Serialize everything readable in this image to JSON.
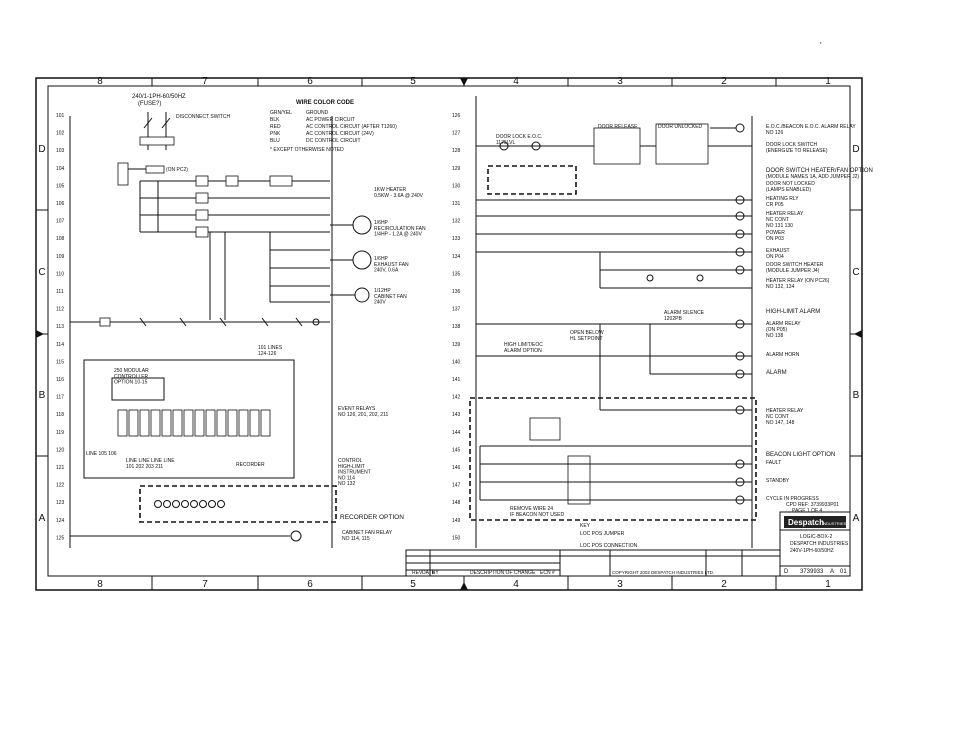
{
  "zones": {
    "columns": [
      "8",
      "7",
      "6",
      "5",
      "4",
      "3",
      "2",
      "1"
    ],
    "rows": [
      "D",
      "C",
      "B",
      "A"
    ]
  },
  "wire_color_code": {
    "title": "WIRE COLOR CODE",
    "entries": [
      {
        "code": "GRN/YEL",
        "desc": "GROUND"
      },
      {
        "code": "BLK",
        "desc": "AC POWER CIRCUIT"
      },
      {
        "code": "RED",
        "desc": "AC CONTROL CIRCUIT (AFTER T1260)"
      },
      {
        "code": "PNK",
        "desc": "AC CONTROL CIRCUIT (24V)"
      },
      {
        "code": "BLU",
        "desc": "DC CONTROL CIRCUIT"
      }
    ],
    "note": "* EXCEPT OTHERWISE NOTED"
  },
  "left": {
    "header": "240/1-1PH-60/50HZ",
    "header_sub": "(FUSE?)",
    "disconnect_label": "DISCONNECT SWITCH",
    "fuse_label": "(ON PC2)",
    "rung_numbers": [
      "101",
      "102",
      "103",
      "104",
      "105",
      "106",
      "107",
      "108",
      "109",
      "110",
      "111",
      "112",
      "113",
      "114",
      "115",
      "116",
      "117",
      "118",
      "119",
      "120",
      "121",
      "122",
      "123",
      "124",
      "125"
    ],
    "annotations": {
      "heater": "1KW HEATER\n0.5KW - 3.6A @ 240V",
      "recirc_fan": "1/6HP\nRECIRCULATION FAN\n1/4HP - 1.2A @ 240V",
      "exhaust_fan": "1/6HP\nEXHAUST FAN\n240V, 0.6A",
      "cabinet_fan": "1/12HP\nCABINET FAN\n240V",
      "event_relays": "EVENT RELAYS\nNO 126, 201, 202, 211",
      "control_box": "CONTROL\nHIGH-LIMIT\nINSTRUMENT\nNO 114\nNO 132",
      "recorder_option": "RECORDER OPTION",
      "cabinet_fan_relay": "CABINET FAN RELAY\nNO 114, 115",
      "modular_controller": "250 MODULAR\nCONTROLLER\nOPTION 10-15",
      "line_label": "LINE 105 106",
      "line_labels": "LINE LINE LINE LINE\n101  202  203  211",
      "recorder": "RECORDER",
      "relay_ct": "101 LINES\n124-126"
    }
  },
  "right": {
    "rung_numbers": [
      "126",
      "127",
      "128",
      "129",
      "130",
      "131",
      "132",
      "133",
      "134",
      "135",
      "136",
      "137",
      "138",
      "139",
      "140",
      "141",
      "142",
      "143",
      "144",
      "145",
      "146",
      "147",
      "148",
      "149",
      "150"
    ],
    "door_lock_label": "DOOR LOCK E.O.C.\n1175LVL",
    "door_release": "DOOR RELEASE",
    "door_unlocked": "DOOR UNLOCKED",
    "door_switch_header": "DOOR SWITCH HEATER/FAN OPTION",
    "door_switch_heater": "DOOR SWITCH HEATER",
    "high_limit": "HIGH-LIMIT ALARM",
    "beacon_option": "BEACON LIGHT OPTION",
    "high_limit_alarm_option": "HIGH LIMIT/EOC\nALARM OPTION",
    "alarm_silence": "ALARM SILENCE\n1202PB",
    "open_below": "OPEN BELOW\nHL SETPOINT",
    "jumper_notes": "REMOVE WIRE 24\nIF BEACON NOT USED",
    "keys": [
      "KEY",
      "LOC POS JUMPER",
      "LOC POS CONNECTION"
    ]
  },
  "descriptions": [
    {
      "text": "E.O.C./BEACON E.O.C. ALARM RELAY",
      "ref": "NO 126"
    },
    {
      "text": "DOOR LOCK SWITCH",
      "ref": "(ENERGIZE TO RELEASE)"
    },
    {
      "text": "DOOR SWITCH HEATER/FAN OPTION",
      "ref": "(MODULE NAMES 1A, ADD JUMPER J2)"
    },
    {
      "text": "DOOR NOT LOCKED",
      "ref": "(LAMPS ENABLED)"
    },
    {
      "text": "HEATING RLY",
      "ref": "CR P05"
    },
    {
      "text": "HEATER RELAY",
      "ref": "NC CONT\nNO 131 130"
    },
    {
      "text": "POWER",
      "ref": "ON P03"
    },
    {
      "text": "EXHAUST",
      "ref": "ON P04"
    },
    {
      "text": "DOOR SWITCH HEATER",
      "ref": "(MODULE JUMPER J4)"
    },
    {
      "text": "HEATER RELAY (ON PC26)",
      "ref": "NO 132, 134"
    },
    {
      "text": "HIGH-LIMIT ALARM",
      "ref": ""
    },
    {
      "text": "ALARM RELAY",
      "ref": "(ON P05)\nNO 138"
    },
    {
      "text": "ALARM HORN",
      "ref": ""
    },
    {
      "text": "ALARM",
      "ref": ""
    },
    {
      "text": "HEATER RELAY",
      "ref": "NC CONT\nNO 147, 148"
    },
    {
      "text": "BEACON LIGHT OPTION",
      "ref": ""
    },
    {
      "text": "FAULT",
      "ref": ""
    },
    {
      "text": "STANDBY",
      "ref": ""
    },
    {
      "text": "CYCLE IN PROGRESS",
      "ref": ""
    }
  ],
  "title_block": {
    "brand": "Despatch",
    "brand_sub": "INDUSTRIES",
    "company": "DESPATCH INDUSTRIES",
    "title_lines": [
      "LOGIC-BOX-2",
      "DESPATCH INDUSTRIES",
      "240V-1PH-60/50HZ"
    ],
    "dwg_size": "D",
    "dwg_no": "3739933",
    "rev": "A",
    "sheet": "01",
    "page": "PAGE 1 OF 4",
    "cpd_ref": "CPD REF: 3739933P01",
    "revision_header": [
      "REV",
      "DATE",
      "BY",
      "DESCRIPTION OF CHANGE",
      "ECN #"
    ],
    "copyright": "COPYRIGHT 2002 DESPATCH INDUSTRIES LTD."
  },
  "page_mark": "'"
}
